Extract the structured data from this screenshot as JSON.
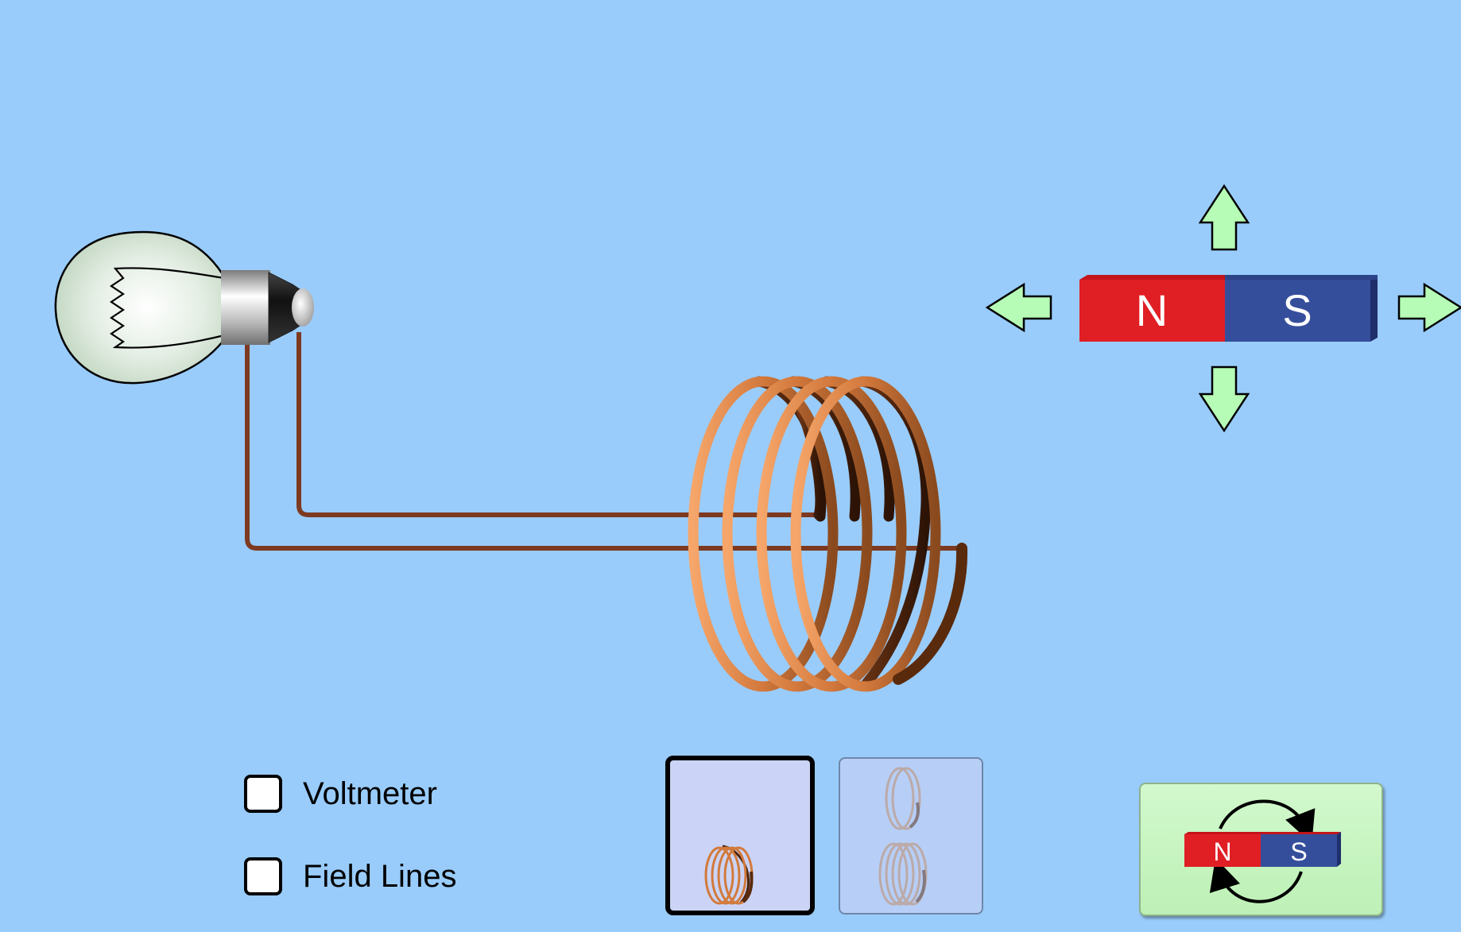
{
  "controls": {
    "voltmeter_label": "Voltmeter",
    "voltmeter_checked": false,
    "field_lines_label": "Field Lines",
    "field_lines_checked": false
  },
  "magnet": {
    "north_label": "N",
    "south_label": "S",
    "north_color": "#e01f25",
    "south_color": "#354e9c"
  },
  "coil_selector": {
    "options": [
      {
        "name": "one-coil",
        "selected": true
      },
      {
        "name": "two-coils",
        "selected": false
      }
    ]
  },
  "colors": {
    "background": "#99ccfb",
    "arrow_fill": "#b6fbb6",
    "wire": "#7d3a21",
    "coil_copper": "#c8733a"
  },
  "icons": {
    "move_arrows": [
      "arrow-up-icon",
      "arrow-down-icon",
      "arrow-left-icon",
      "arrow-right-icon"
    ],
    "flip": "flip-magnet-icon",
    "bulb": "light-bulb-icon"
  }
}
